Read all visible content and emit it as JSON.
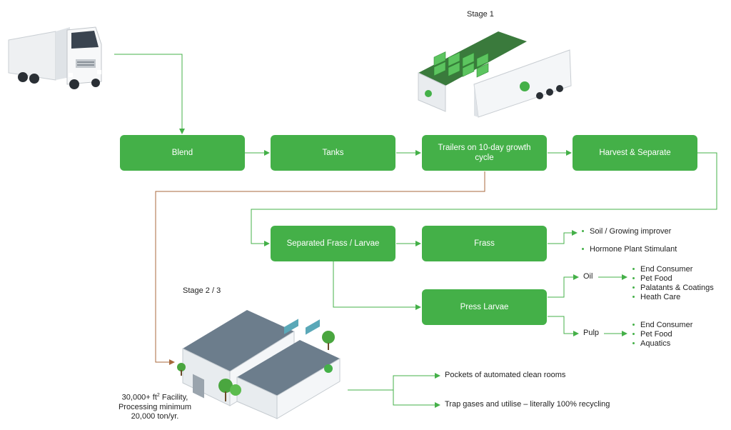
{
  "stages": {
    "stage1": "Stage 1",
    "stage23": "Stage 2 / 3"
  },
  "boxes": {
    "blend": "Blend",
    "tanks": "Tanks",
    "trailers": "Trailers on 10-day growth cycle",
    "harvest": "Harvest & Separate",
    "separated": "Separated Frass / Larvae",
    "frass": "Frass",
    "press": "Press Larvae"
  },
  "frass_uses": [
    "Soil / Growing improver",
    "Hormone Plant Stimulant"
  ],
  "oil": {
    "label": "Oil",
    "uses": [
      "End Consumer",
      "Pet Food",
      "Palatants & Coatings",
      "Heath Care"
    ]
  },
  "pulp": {
    "label": "Pulp",
    "uses": [
      "End Consumer",
      "Pet Food",
      "Aquatics"
    ]
  },
  "facility": {
    "line1_prefix": "30,000+ ft",
    "line1_sup": "2",
    "line1_suffix": " Facility,",
    "line2": "Processing minimum",
    "line3": "20,000 ton/yr."
  },
  "facility_features": [
    "Pockets of automated clean rooms",
    "Trap gases and utilise – literally 100% recycling"
  ],
  "colors": {
    "green": "#44b048",
    "brown": "#a8683c",
    "roof": "#6c7d8c",
    "wall": "#f2f4f6"
  }
}
